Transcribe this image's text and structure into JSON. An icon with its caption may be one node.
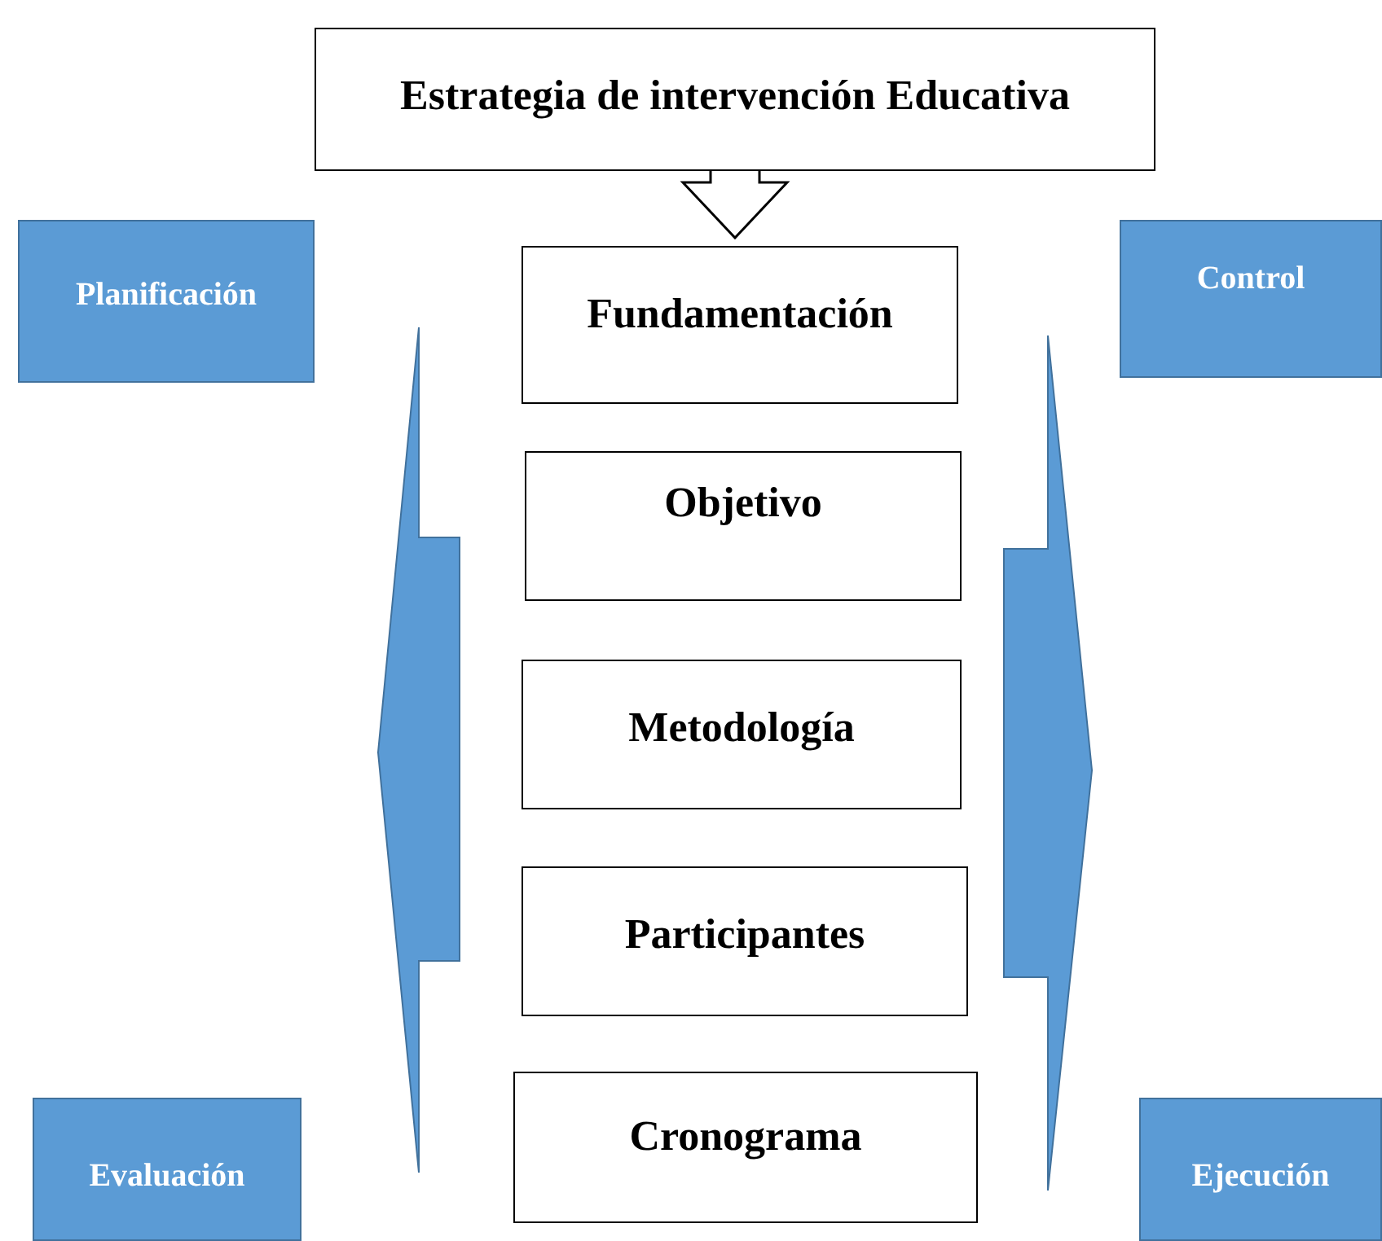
{
  "diagram": {
    "nodes": [
      {
        "text": [
          "Estrategia de intervención Educativa"
        ]
      },
      {
        "text": [
          "Planificación"
        ]
      },
      {
        "text": [
          "Fundamentación"
        ]
      },
      {
        "text": [
          "Control"
        ]
      },
      {
        "text": [
          "Objetivo"
        ]
      },
      {
        "text": [
          "Metodología"
        ]
      },
      {
        "text": [
          "Participantes"
        ]
      },
      {
        "text": [
          "Evaluación"
        ]
      },
      {
        "text": [
          "Cronograma"
        ]
      },
      {
        "text": [
          "Ejecución"
        ]
      }
    ],
    "edges": [
      {
        "from": 0,
        "to": 2,
        "arrow": "to"
      }
    ]
  }
}
